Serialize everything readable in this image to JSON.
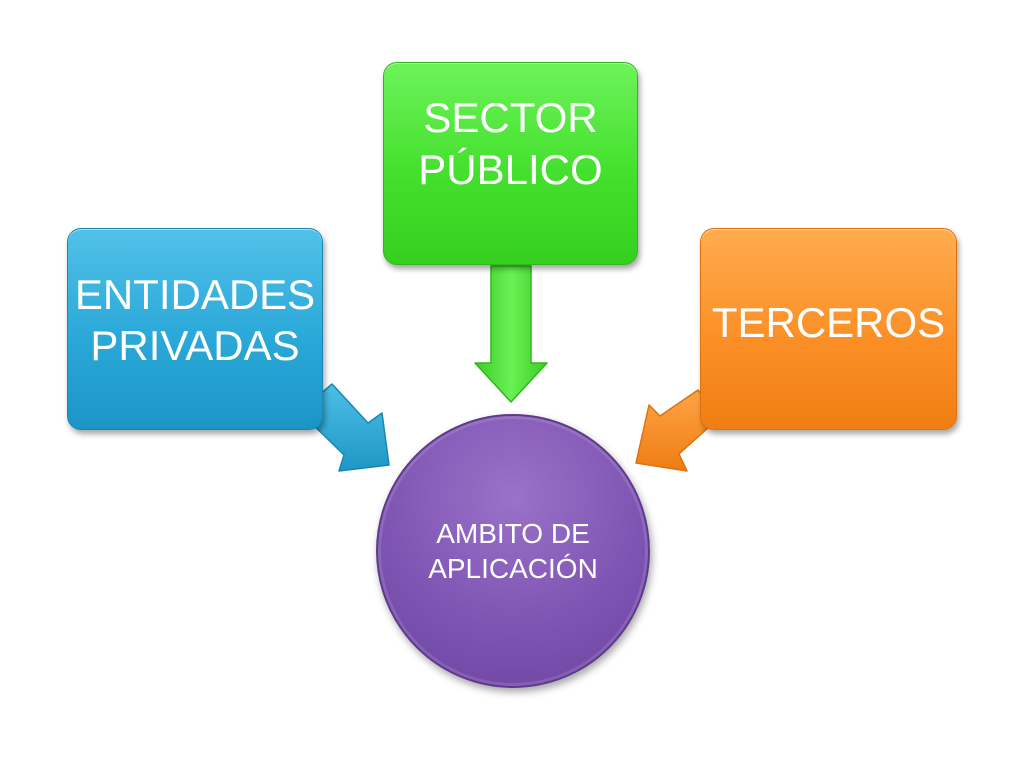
{
  "diagram": {
    "nodes": {
      "left": {
        "label": "ENTIDADES\nPRIVADAS",
        "color": "#2aa8d8"
      },
      "top": {
        "label": "SECTOR\nPÚBLICO",
        "color": "#44e02d"
      },
      "right": {
        "label": "TERCEROS",
        "color": "#fb8f26"
      },
      "center": {
        "label": "AMBITO DE\nAPLICACIÓN",
        "color": "#7f55b3"
      }
    },
    "edges": [
      {
        "from": "left",
        "to": "center"
      },
      {
        "from": "top",
        "to": "center"
      },
      {
        "from": "right",
        "to": "center"
      }
    ]
  }
}
